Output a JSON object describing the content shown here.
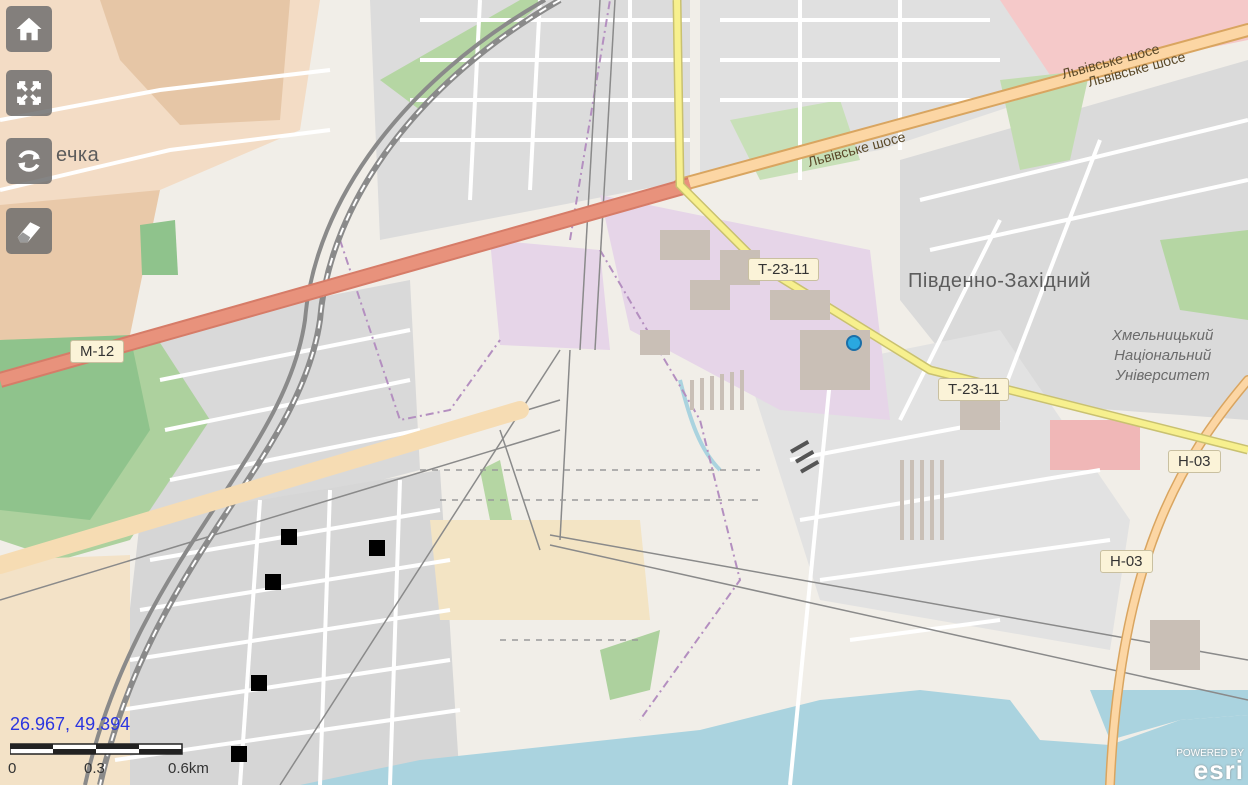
{
  "controls": {
    "home_icon": "home-icon",
    "fullscreen_icon": "fullscreen-icon",
    "refresh_icon": "refresh-icon",
    "eraser_icon": "eraser-icon"
  },
  "labels": {
    "place_partial": "ечка",
    "district": "Південно-Західний",
    "university": [
      "Хмельницький",
      "Національний",
      "Університет"
    ],
    "street_lviv_1": "Львівське шосе",
    "street_lviv_2": "Львівське шосе",
    "street_lviv_3": "Львівське шосе"
  },
  "road_shields": {
    "m12": "М-12",
    "t2311_a": "Т-23-11",
    "t2311_b": "Т-23-11",
    "h03_a": "Н-03",
    "h03_b": "Н-03"
  },
  "coordinates": "26.967, 49.394",
  "scale": {
    "labels": [
      "0",
      "0.3",
      "0.6km"
    ]
  },
  "attribution": {
    "top": "POWERED BY",
    "brand": "esri"
  },
  "colors": {
    "water": "#aad3df",
    "motorway": "#e8927c",
    "primary": "#fcd6a4",
    "trunk_yellow": "#f7f08e",
    "industrial": "#e6d5e8",
    "park": "#add19e",
    "forest": "#8fc38c",
    "coord_text": "#2b35e0",
    "poi": "#2aa8e0"
  }
}
